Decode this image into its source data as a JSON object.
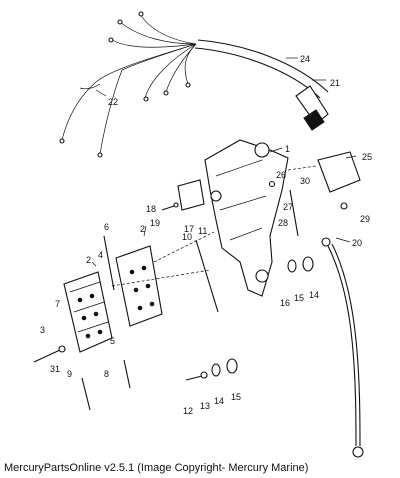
{
  "caption": "MercuryPartsOnline v2.5.1 (Image Copyright- Mercury Marine)",
  "callouts": [
    "1",
    "2",
    "2",
    "3",
    "4",
    "5",
    "6",
    "7",
    "8",
    "9",
    "10",
    "11",
    "12",
    "13",
    "14",
    "14",
    "15",
    "15",
    "16",
    "17",
    "18",
    "19",
    "20",
    "21",
    "22",
    "24",
    "25",
    "26",
    "27",
    "28",
    "29",
    "30",
    "31"
  ]
}
